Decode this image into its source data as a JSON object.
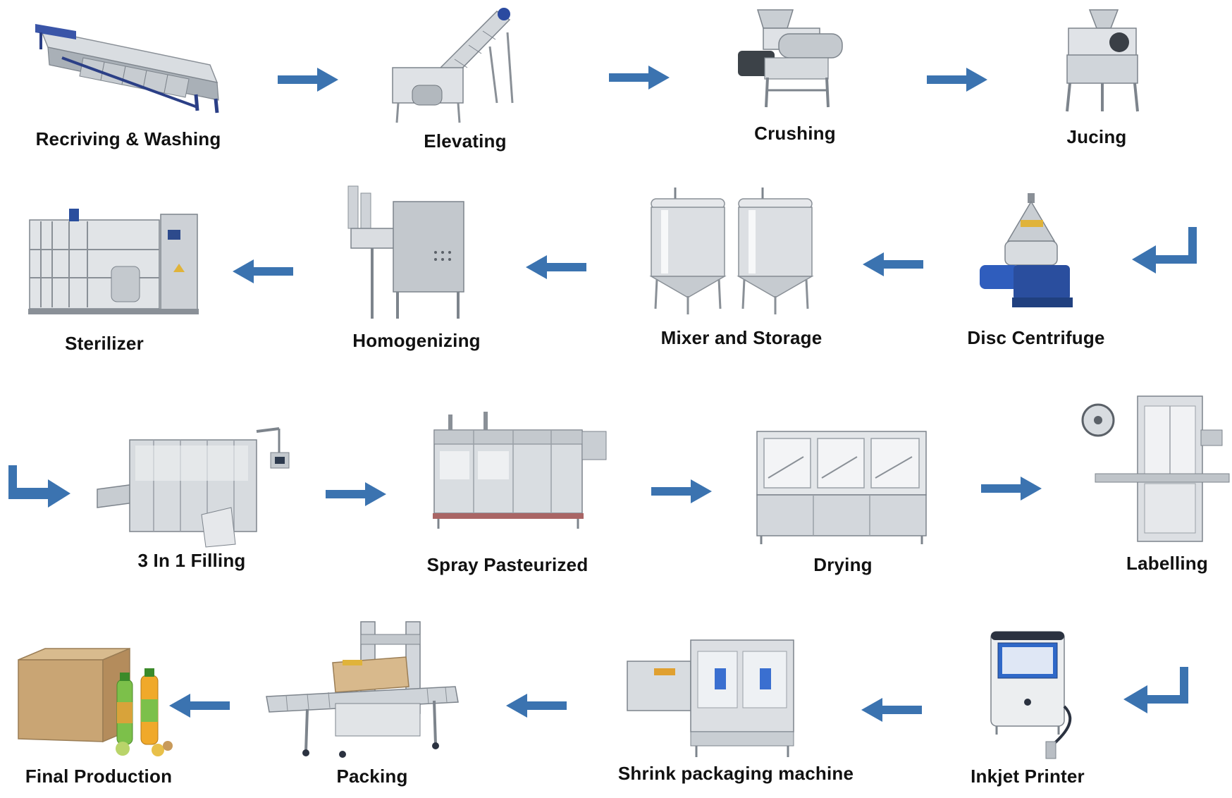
{
  "diagram": {
    "arrow_color": "#3b73b0",
    "steel_light": "#e4e7ea",
    "steel_mid": "#b9bec4",
    "steel_dark": "#7d848c",
    "accent_blue": "#1f4fb0"
  },
  "steps": {
    "receiving_washing": {
      "label": "Recriving & Washing",
      "icon": "washing-machine-icon"
    },
    "elevating": {
      "label": "Elevating",
      "icon": "elevator-conveyor-icon"
    },
    "crushing": {
      "label": "Crushing",
      "icon": "crusher-icon"
    },
    "juicing": {
      "label": "Jucing",
      "icon": "juicer-icon"
    },
    "disc_centrifuge": {
      "label": "Disc Centrifuge",
      "icon": "centrifuge-icon"
    },
    "mixer_storage": {
      "label": "Mixer and Storage",
      "icon": "tanks-icon"
    },
    "homogenizing": {
      "label": "Homogenizing",
      "icon": "homogenizer-icon"
    },
    "sterilizer": {
      "label": "Sterilizer",
      "icon": "sterilizer-icon"
    },
    "filling": {
      "label": "3 In 1 Filling",
      "icon": "filling-machine-icon"
    },
    "spray_pasteurized": {
      "label": "Spray Pasteurized",
      "icon": "pasteurizer-tunnel-icon"
    },
    "drying": {
      "label": "Drying",
      "icon": "dryer-icon"
    },
    "labelling": {
      "label": "Labelling",
      "icon": "labeller-icon"
    },
    "inkjet_printer": {
      "label": "Inkjet Printer",
      "icon": "inkjet-printer-icon"
    },
    "shrink_packaging": {
      "label": "Shrink packaging machine",
      "icon": "shrink-wrapper-icon"
    },
    "packing": {
      "label": "Packing",
      "icon": "carton-sealer-icon"
    },
    "final_production": {
      "label": "Final Production",
      "icon": "carton-box-bottles-icon"
    }
  }
}
